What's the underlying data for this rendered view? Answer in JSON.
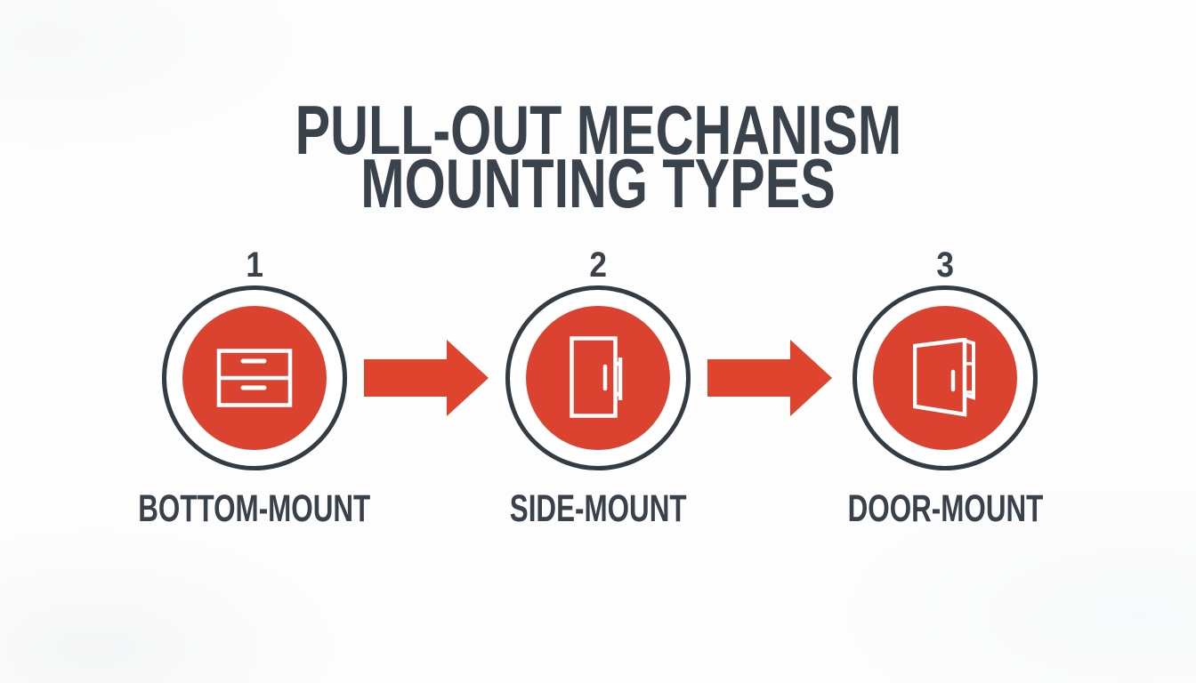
{
  "title": {
    "line1": "PULL-OUT MECHANISM",
    "line2": "MOUNTING TYPES"
  },
  "steps": [
    {
      "number": "1",
      "label": "BOTTOM-MOUNT",
      "icon": "bottom-mount-drawer-icon"
    },
    {
      "number": "2",
      "label": "SIDE-MOUNT",
      "icon": "side-mount-rail-icon"
    },
    {
      "number": "3",
      "label": "DOOR-MOUNT",
      "icon": "door-mount-open-door-icon"
    }
  ],
  "icons": {
    "arrow": "arrow-right-icon"
  },
  "colors": {
    "accent_red": "#DB4330",
    "arrow_red": "#DF442E",
    "outline_charcoal": "#333C43",
    "text_charcoal": "#3A434B",
    "icon_stroke": "#FFFFFF",
    "background": "#FDFDFD"
  }
}
